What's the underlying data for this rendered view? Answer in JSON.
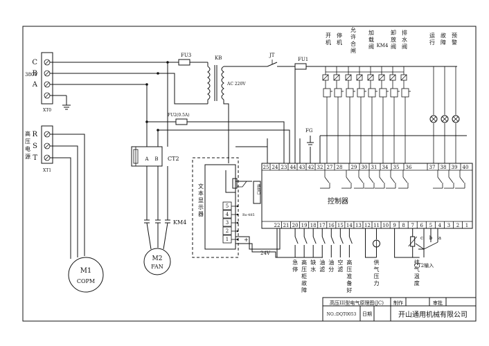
{
  "supply": {
    "phases": [
      "C",
      "B",
      "A"
    ],
    "voltage": "380V",
    "terminal_block": "XT0"
  },
  "hv_supply": {
    "phases": [
      "R",
      "S",
      "T"
    ],
    "label_chars": [
      "高",
      "压",
      "电",
      "源"
    ],
    "terminal_block": "XT1"
  },
  "components": {
    "fuse_fu3": "FU3",
    "transformer": "KB",
    "transformer_secondary": "AC 220V",
    "switch_jt": "JT",
    "fuse_fu1": "FU1",
    "fuse_fu2": "FU2(0.5A)",
    "ground_fg": "FG",
    "current_transformer": "CT2",
    "ct_terminal_a": "A",
    "ct_terminal_b": "B",
    "contactor_km4": "KM4",
    "motor_m1_id": "M1",
    "motor_m1_name": "COPM",
    "motor_m2_id": "M2",
    "motor_m2_name": "FAN",
    "controller": "控制器",
    "supply_24v": "24V",
    "plus_sign": "+",
    "minus_sign": "−"
  },
  "display": {
    "label_chars": [
      "文",
      "本",
      "显",
      "示",
      "器"
    ],
    "port_label": "通信口",
    "rs485": "Rs-485",
    "pins": [
      "5",
      "4",
      "3",
      "2",
      "1"
    ]
  },
  "outputs": [
    {
      "chars": [
        "开",
        "机"
      ]
    },
    {
      "chars": [
        "停",
        "机"
      ]
    },
    {
      "chars": [
        "允",
        "许",
        "合",
        "闸"
      ]
    },
    {
      "chars": [
        "加",
        "载",
        "阀"
      ]
    },
    {
      "chars": [
        "KM4"
      ]
    },
    {
      "chars": [
        "卸",
        "放",
        "阀"
      ]
    },
    {
      "chars": [
        "排",
        "水",
        "阀"
      ]
    },
    {
      "chars": [
        "运",
        "行"
      ]
    },
    {
      "chars": [
        "故",
        "障"
      ]
    },
    {
      "chars": [
        "预",
        "警"
      ]
    }
  ],
  "top_terminals": [
    "25",
    "24",
    "23",
    "44",
    "43",
    "42",
    "32",
    "27",
    "28",
    "29",
    "30",
    "31",
    "34",
    "35",
    "36",
    "37",
    "38",
    "39",
    "40"
  ],
  "bottom_terminals": [
    "22",
    "21",
    "20",
    "19",
    "18",
    "17",
    "16",
    "15",
    "14",
    "13",
    "12",
    "11",
    "10",
    "9",
    "8",
    "7",
    "6",
    "5",
    "4",
    "3",
    "2",
    "1"
  ],
  "inputs": [
    {
      "chars": [
        "急",
        "停"
      ]
    },
    {
      "chars": [
        "高",
        "压",
        "柜",
        "故",
        "障"
      ]
    },
    {
      "chars": [
        "缺",
        "水"
      ]
    },
    {
      "chars": [
        "油",
        "滤"
      ]
    },
    {
      "chars": [
        "油",
        "分"
      ]
    },
    {
      "chars": [
        "空",
        "滤"
      ]
    },
    {
      "chars": [
        "高",
        "压",
        "准",
        "备",
        "好"
      ]
    },
    {
      "chars": [
        "供",
        "气",
        "压",
        "力"
      ]
    },
    {
      "chars": [
        "排",
        "气",
        "温",
        "度"
      ]
    }
  ],
  "ct_input": {
    "pins": [
      "c",
      "b",
      "a"
    ],
    "label": "CT2输入"
  },
  "title_block": {
    "drawing_title": "高压III型电气原理图(JC)",
    "made_by": "制作",
    "approved": "审批",
    "number": "NO.:DQT0053",
    "date": "日期",
    "company": "开山通用机械有限公司"
  }
}
